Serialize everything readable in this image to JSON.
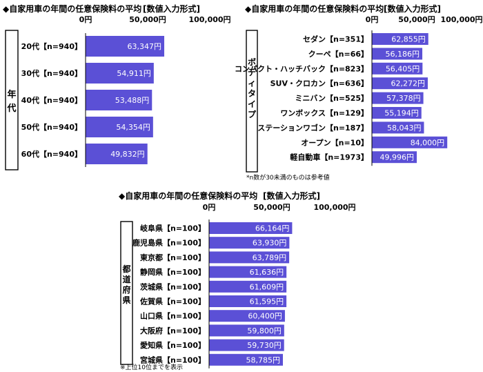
{
  "charts": [
    {
      "title": "◆自家用車の年間の任意保険料の平均",
      "format": "[数値入力形式]",
      "side_label": "年代",
      "ticks": [
        "0円",
        "50,000円",
        "100,000円"
      ],
      "note": ""
    },
    {
      "title": "◆自家用車の年間の任意保険料の平均",
      "format": "[数値入力形式]",
      "side_label": "ボディタイプ",
      "ticks": [
        "0円",
        "50,000円",
        "100,000円"
      ],
      "note": "*n数が30未満のものは参考値"
    },
    {
      "title": "◆自家用車の年間の任意保険料の平均",
      "format": "[数値入力形式]",
      "side_label": "都道府県",
      "ticks": [
        "0円",
        "50,000円",
        "100,000円"
      ],
      "note": "※上位10位までを表示"
    }
  ],
  "chart_data": [
    {
      "type": "bar",
      "orientation": "horizontal",
      "categories": [
        "20代【n=940】",
        "30代【n=940】",
        "40代【n=940】",
        "50代【n=940】",
        "60代【n=940】"
      ],
      "values": [
        63347,
        54911,
        53488,
        54354,
        49832
      ],
      "value_labels": [
        "63,347円",
        "54,911円",
        "53,488円",
        "54,354円",
        "49,832円"
      ],
      "xlim": [
        0,
        100000
      ],
      "bar_color": "#5b50d6"
    },
    {
      "type": "bar",
      "orientation": "horizontal",
      "categories": [
        "セダン【n=351】",
        "クーペ【n=66】",
        "コンパクト・ハッチバック【n=823】",
        "SUV・クロカン【n=636】",
        "ミニバン【n=525】",
        "ワンボックス【n=129】",
        "ステーションワゴン【n=187】",
        "オープン【n=10】",
        "軽自動車【n=1973】"
      ],
      "values": [
        62855,
        56186,
        56405,
        62272,
        57378,
        55194,
        58043,
        84000,
        49996
      ],
      "value_labels": [
        "62,855円",
        "56,186円",
        "56,405円",
        "62,272円",
        "57,378円",
        "55,194円",
        "58,043円",
        "84,000円",
        "49,996円"
      ],
      "xlim": [
        0,
        100000
      ],
      "bar_color": "#5b50d6"
    },
    {
      "type": "bar",
      "orientation": "horizontal",
      "categories": [
        "岐阜県【n=100】",
        "鹿児島県【n=100】",
        "東京都【n=100】",
        "静岡県【n=100】",
        "茨城県【n=100】",
        "佐賀県【n=100】",
        "山口県【n=100】",
        "大阪府【n=100】",
        "愛知県【n=100】",
        "宮城県【n=100】"
      ],
      "values": [
        66164,
        63930,
        63789,
        61636,
        61609,
        61595,
        60400,
        59800,
        59730,
        58785
      ],
      "value_labels": [
        "66,164円",
        "63,930円",
        "63,789円",
        "61,636円",
        "61,609円",
        "61,595円",
        "60,400円",
        "59,800円",
        "59,730円",
        "58,785円"
      ],
      "xlim": [
        0,
        100000
      ],
      "bar_color": "#5b50d6"
    }
  ]
}
